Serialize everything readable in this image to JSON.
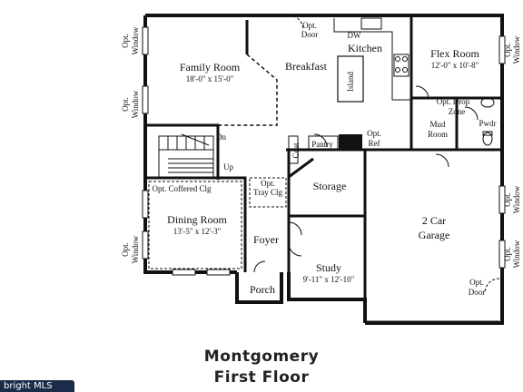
{
  "plan": {
    "rooms": {
      "family_room": {
        "name": "Family Room",
        "dims": "18'-0\" x 15'-0\""
      },
      "breakfast": {
        "name": "Breakfast"
      },
      "kitchen": {
        "name": "Kitchen"
      },
      "island": {
        "name": "Island"
      },
      "flex_room": {
        "name": "Flex Room",
        "dims": "12'-0\" x 10'-8\""
      },
      "dining_room": {
        "name": "Dining Room",
        "dims": "13'-5\" x 12'-3\""
      },
      "foyer": {
        "name": "Foyer"
      },
      "storage": {
        "name": "Storage"
      },
      "study": {
        "name": "Study",
        "dims": "9'-11\" x 12'-10\""
      },
      "garage": {
        "name": "2 Car",
        "name2": "Garage"
      },
      "porch": {
        "name": "Porch"
      },
      "mud_room": {
        "name": "Mud",
        "name2": "Room"
      },
      "pantry": {
        "name": "Pantry"
      },
      "pwdr": {
        "name": "Pwdr"
      }
    },
    "labels": {
      "opt": "Opt.",
      "door": "Door",
      "window": "Window",
      "dw": "DW",
      "dn": "Dn",
      "up": "Up",
      "coat": "Coat",
      "ref": "Ref",
      "opt_drop": "Opt. Drop",
      "zone": "Zone",
      "opt_coffered": "Opt. Coffered Clg",
      "tray_clg": "Tray Clg"
    }
  },
  "caption": {
    "line1": "Montgomery",
    "line2": "First Floor"
  },
  "watermark": "bright MLS"
}
